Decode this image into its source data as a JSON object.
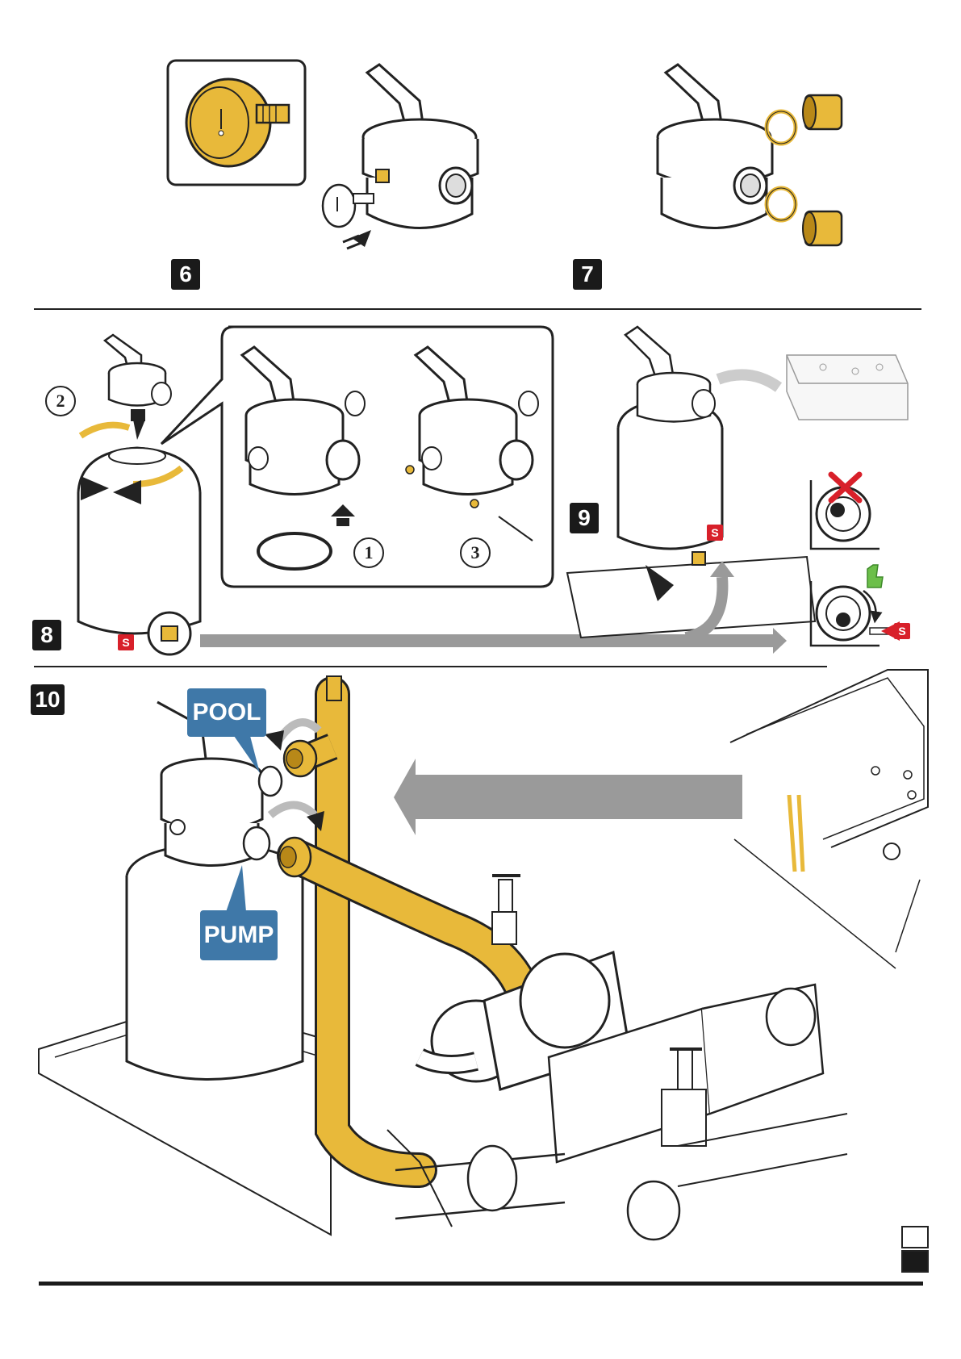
{
  "steps": {
    "s6": "6",
    "s7": "7",
    "s8": "8",
    "s9": "9",
    "s10": "10"
  },
  "sub_steps": {
    "a": "2",
    "b": "1",
    "c": "3"
  },
  "callouts": {
    "pool": "POOL",
    "pump": "PUMP"
  },
  "badges": {
    "s_label": "S"
  },
  "colors": {
    "brass": "#e8b93a",
    "brass_dark": "#b88818",
    "callout_blue": "#3f78a8",
    "arrow_gray": "#9a9a9a",
    "badge_red": "#d8202a",
    "thumb_green": "#6cbf4a"
  },
  "icons": {
    "cross": "red-cross-icon",
    "thumb": "thumbs-up-icon"
  }
}
